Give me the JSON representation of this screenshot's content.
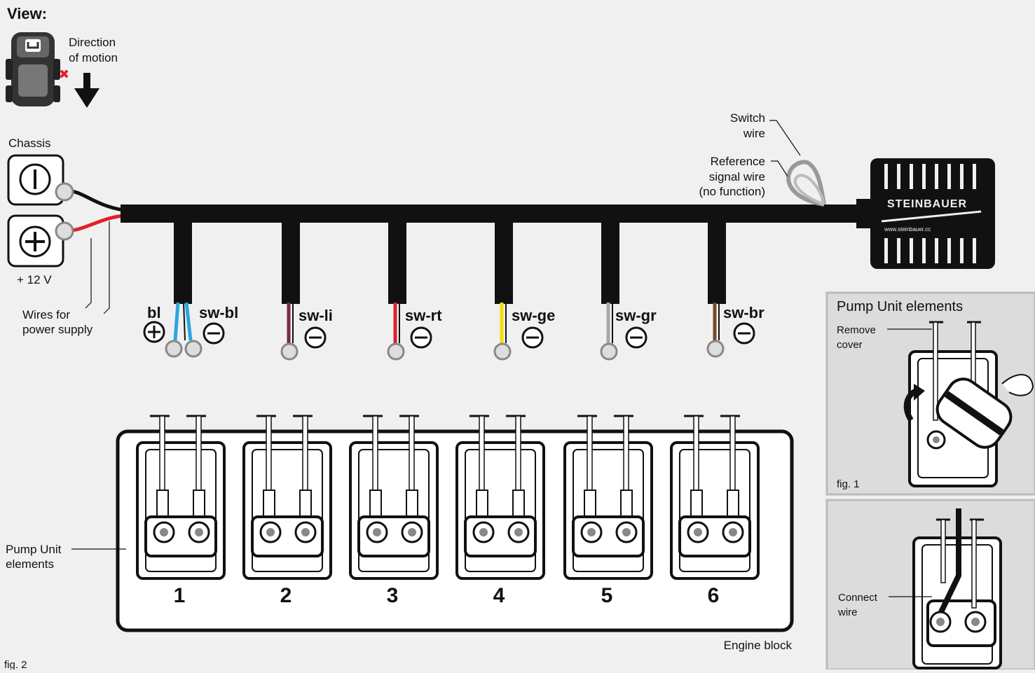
{
  "header": {
    "view_label": "View:",
    "direction_label_line1": "Direction",
    "direction_label_line2": "of motion"
  },
  "power": {
    "chassis_label": "Chassis",
    "plus12_label": "+ 12 V",
    "wires_label_line1": "Wires for",
    "wires_label_line2": "power supply"
  },
  "module": {
    "brand": "STEINBAUER",
    "url": "www.steinbauer.cc",
    "switch_wire_line1": "Switch",
    "switch_wire_line2": "wire",
    "reference_line1": "Reference",
    "reference_line2": "signal wire",
    "reference_line3": "(no function)"
  },
  "wires": [
    {
      "label": "bl",
      "polarity": "+",
      "color": "#2aa7e0"
    },
    {
      "label": "sw-bl",
      "polarity": "−",
      "color": "#2aa7e0"
    },
    {
      "label": "sw-li",
      "polarity": "−",
      "color": "#7a2a4a"
    },
    {
      "label": "sw-rt",
      "polarity": "−",
      "color": "#e0202a"
    },
    {
      "label": "sw-ge",
      "polarity": "−",
      "color": "#f2e000"
    },
    {
      "label": "sw-gr",
      "polarity": "−",
      "color": "#a8a8a8"
    },
    {
      "label": "sw-br",
      "polarity": "−",
      "color": "#7a4a2a"
    }
  ],
  "pump": {
    "units": [
      "1",
      "2",
      "3",
      "4",
      "5",
      "6"
    ],
    "pump_unit_line1": "Pump Unit",
    "pump_unit_line2": "elements",
    "engine_block": "Engine block"
  },
  "inset1": {
    "title": "Pump Unit elements",
    "remove_line1": "Remove",
    "remove_line2": "cover",
    "fig": "fig. 1"
  },
  "inset2": {
    "connect_line1": "Connect",
    "connect_line2": "wire"
  },
  "footer": {
    "fig2": "fig. 2"
  },
  "colors": {
    "background": "#f0f0f0",
    "harness": "#111111",
    "red_wire": "#e0202a",
    "inset_bg": "#dcdcdc",
    "error_mark": "#e0202a"
  }
}
